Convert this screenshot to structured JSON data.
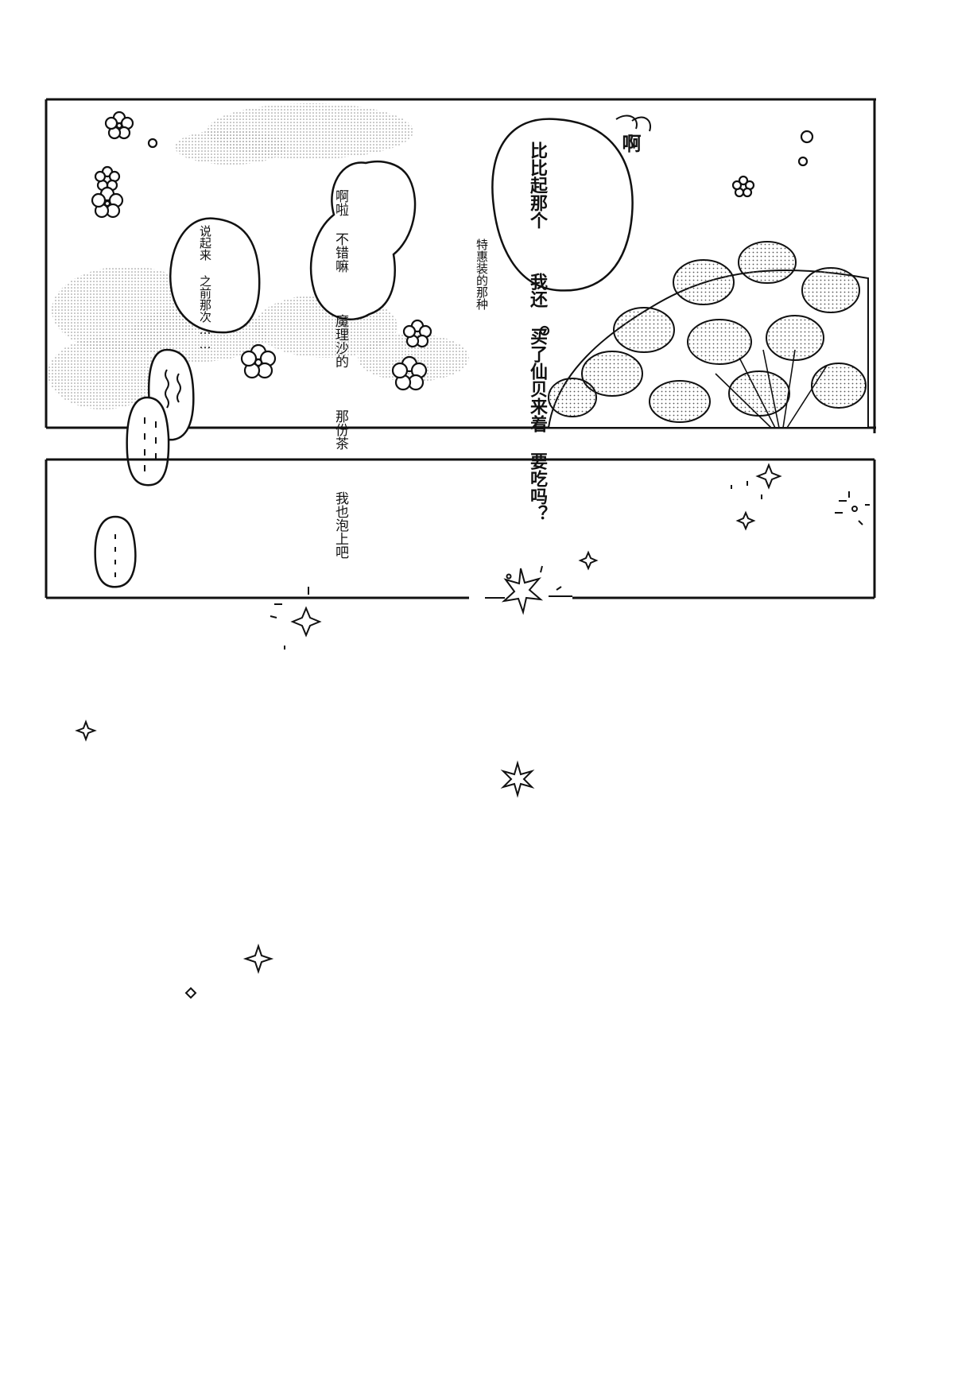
{
  "panel_top": {
    "speech_left": {
      "lines": [
        "说起来",
        "之前那次……"
      ]
    },
    "speech_middle": {
      "lines": [
        "啊啦",
        "不错嘛",
        "魔理沙的",
        "那份茶",
        "我也泡上吧"
      ]
    },
    "speech_right": {
      "lines": [
        "比比起那个",
        "我还",
        "买了仙贝来着",
        "要吃吗？"
      ]
    },
    "sfx_exclaim": "啊",
    "caption_note": "特惠装的那种"
  }
}
